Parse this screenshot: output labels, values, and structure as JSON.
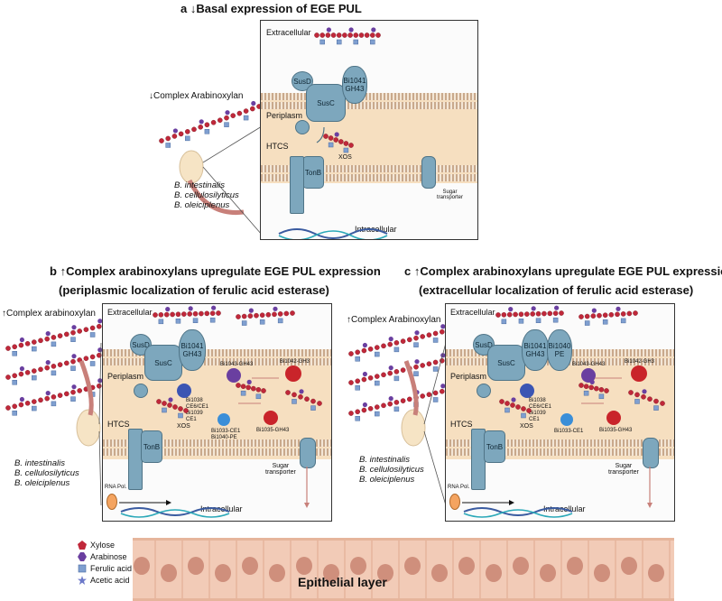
{
  "panel_a": {
    "letter": "a",
    "title": "Basal expression of EGE PUL",
    "substrate_label": "Complex Arabinoxylan",
    "regions": {
      "extracellular": "Extracellular",
      "periplasm": "Periplasm",
      "intracellular": "Intracellular",
      "htcs": "HTCS"
    },
    "proteins": {
      "susd": "SusD",
      "susc": "SusC",
      "gh43_line1": "Bi1041",
      "gh43_line2": "GH43",
      "tonb": "TonB"
    },
    "xos": "XOS",
    "sugar_transporter": [
      "Sugar",
      "transporter"
    ],
    "species": [
      "B. intestinalis",
      "B. cellulosilyticus",
      "B. oleiciplenus"
    ]
  },
  "panel_b": {
    "letter": "b",
    "title": "Complex arabinoxylans upregulate EGE PUL expression",
    "subtitle": "(periplasmic localization of ferulic acid esterase)",
    "substrate_label": "Complex arabinoxylan",
    "regions": {
      "extracellular": "Extracellular",
      "periplasm": "Periplasm",
      "intracellular": "Intracellular",
      "htcs": "HTCS"
    },
    "proteins": {
      "susd": "SusD",
      "susc": "SusC",
      "gh43_line1": "Bi1041",
      "gh43_line2": "GH43",
      "tonb": "TonB"
    },
    "enzymes": {
      "bi1043": "Bi1043-GH43",
      "bi1042": "Bi1042-GH3",
      "ce_group": [
        "Bi1038",
        "CE6/CE1",
        "Bi1039",
        "CE1"
      ],
      "ce1033": [
        "Bi1033-CE1",
        "Bi1040-PE"
      ],
      "bi1035": "Bi1035-GH43"
    },
    "xos": "XOS",
    "rna_pol": "RNA Pol.",
    "sugar_transporter": [
      "Sugar",
      "transporter"
    ],
    "species": [
      "B. intestinalis",
      "B. cellulosilyticus",
      "B. oleiciplenus"
    ]
  },
  "panel_c": {
    "letter": "c",
    "title": "Complex arabinoxylans upregulate EGE PUL expression",
    "subtitle": "(extracellular localization of ferulic acid esterase)",
    "substrate_label": "Complex Arabinoxylan",
    "regions": {
      "extracellular": "Extracellular",
      "periplasm": "Periplasm",
      "intracellular": "Intracellular",
      "htcs": "HTCS"
    },
    "proteins": {
      "susd": "SusD",
      "susc": "SusC",
      "gh43_line1": "Bi1041",
      "gh43_line2": "GH43",
      "pe_line1": "Bi1040",
      "pe_line2": "PE",
      "tonb": "TonB"
    },
    "enzymes": {
      "bi1043": "Bi1043-GH43",
      "bi1042": "Bi1042-GH3",
      "ce_group": [
        "Bi1038",
        "CE6/CE1",
        "Bi1039",
        "CE1"
      ],
      "ce1033": [
        "Bi1033-CE1"
      ],
      "bi1035": "Bi1035-GH43"
    },
    "xos": "XOS",
    "rna_pol": "RNA Pol.",
    "sugar_transporter": [
      "Sugar",
      "transporter"
    ],
    "species": [
      "B. intestinalis",
      "B. cellulosilyticus",
      "B. oleiciplenus"
    ]
  },
  "legend": {
    "items": [
      {
        "label": "Xylose",
        "shape": "pentagon",
        "color": "#c0283a"
      },
      {
        "label": "Arabinose",
        "shape": "hexagon",
        "color": "#6a3fa0"
      },
      {
        "label": "Ferulic acid",
        "shape": "square",
        "color": "#7f9fd0"
      },
      {
        "label": "Acetic acid",
        "shape": "star",
        "color": "#6c79c9"
      }
    ]
  },
  "epithelial_label": "Epithelial layer",
  "colors": {
    "xylose": "#c0283a",
    "arabinose": "#6a3fa0",
    "ferulic": "#7f9fd0",
    "protein": "#7da7bd",
    "membrane": "#f6dfc0",
    "epithelium": "#f0c7b3",
    "nucleus": "#c98572"
  }
}
